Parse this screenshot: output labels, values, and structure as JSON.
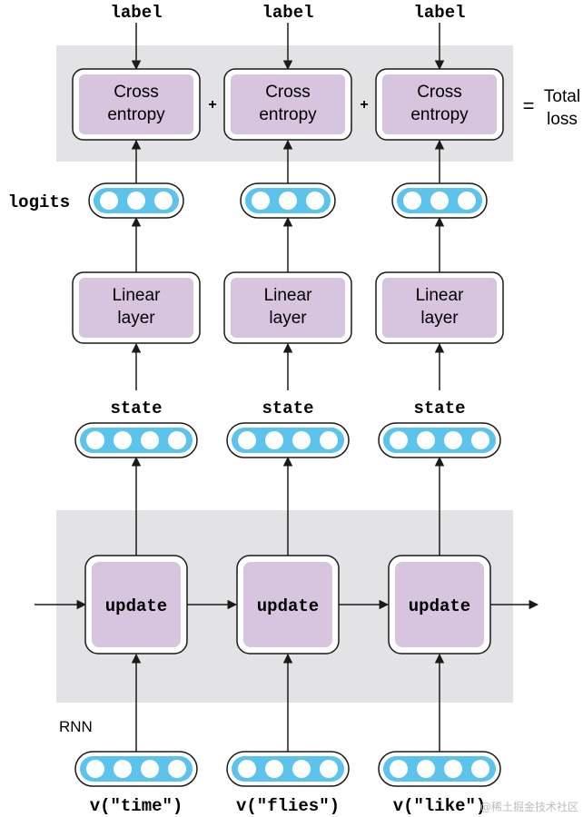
{
  "diagram": {
    "labels": [
      "label",
      "label",
      "label"
    ],
    "loss_blocks": [
      "Cross\nentropy",
      "Cross\nentropy",
      "Cross\nentropy"
    ],
    "plus_signs": [
      "+",
      "+"
    ],
    "equals_sign": "=",
    "total_loss": "Total\nloss",
    "logits_label": "logits",
    "linear_blocks": [
      "Linear\nlayer",
      "Linear\nlayer",
      "Linear\nlayer"
    ],
    "state_labels": [
      "state",
      "state",
      "state"
    ],
    "update_blocks": [
      "update",
      "update",
      "update"
    ],
    "rnn_label": "RNN",
    "inputs": [
      "v(\"time\")",
      "v(\"flies\")",
      "v(\"like\")"
    ],
    "vector_sizes": {
      "logits": 3,
      "state": 4,
      "input": 4
    },
    "watermark": "@稀土掘金技术社区",
    "colors": {
      "block_fill": "#d7c4df",
      "panel_fill": "#e3e3e5",
      "vector_fill": "#5bc3ec",
      "vector_dot": "#ffffff",
      "stroke": "#1a1a1a"
    }
  }
}
